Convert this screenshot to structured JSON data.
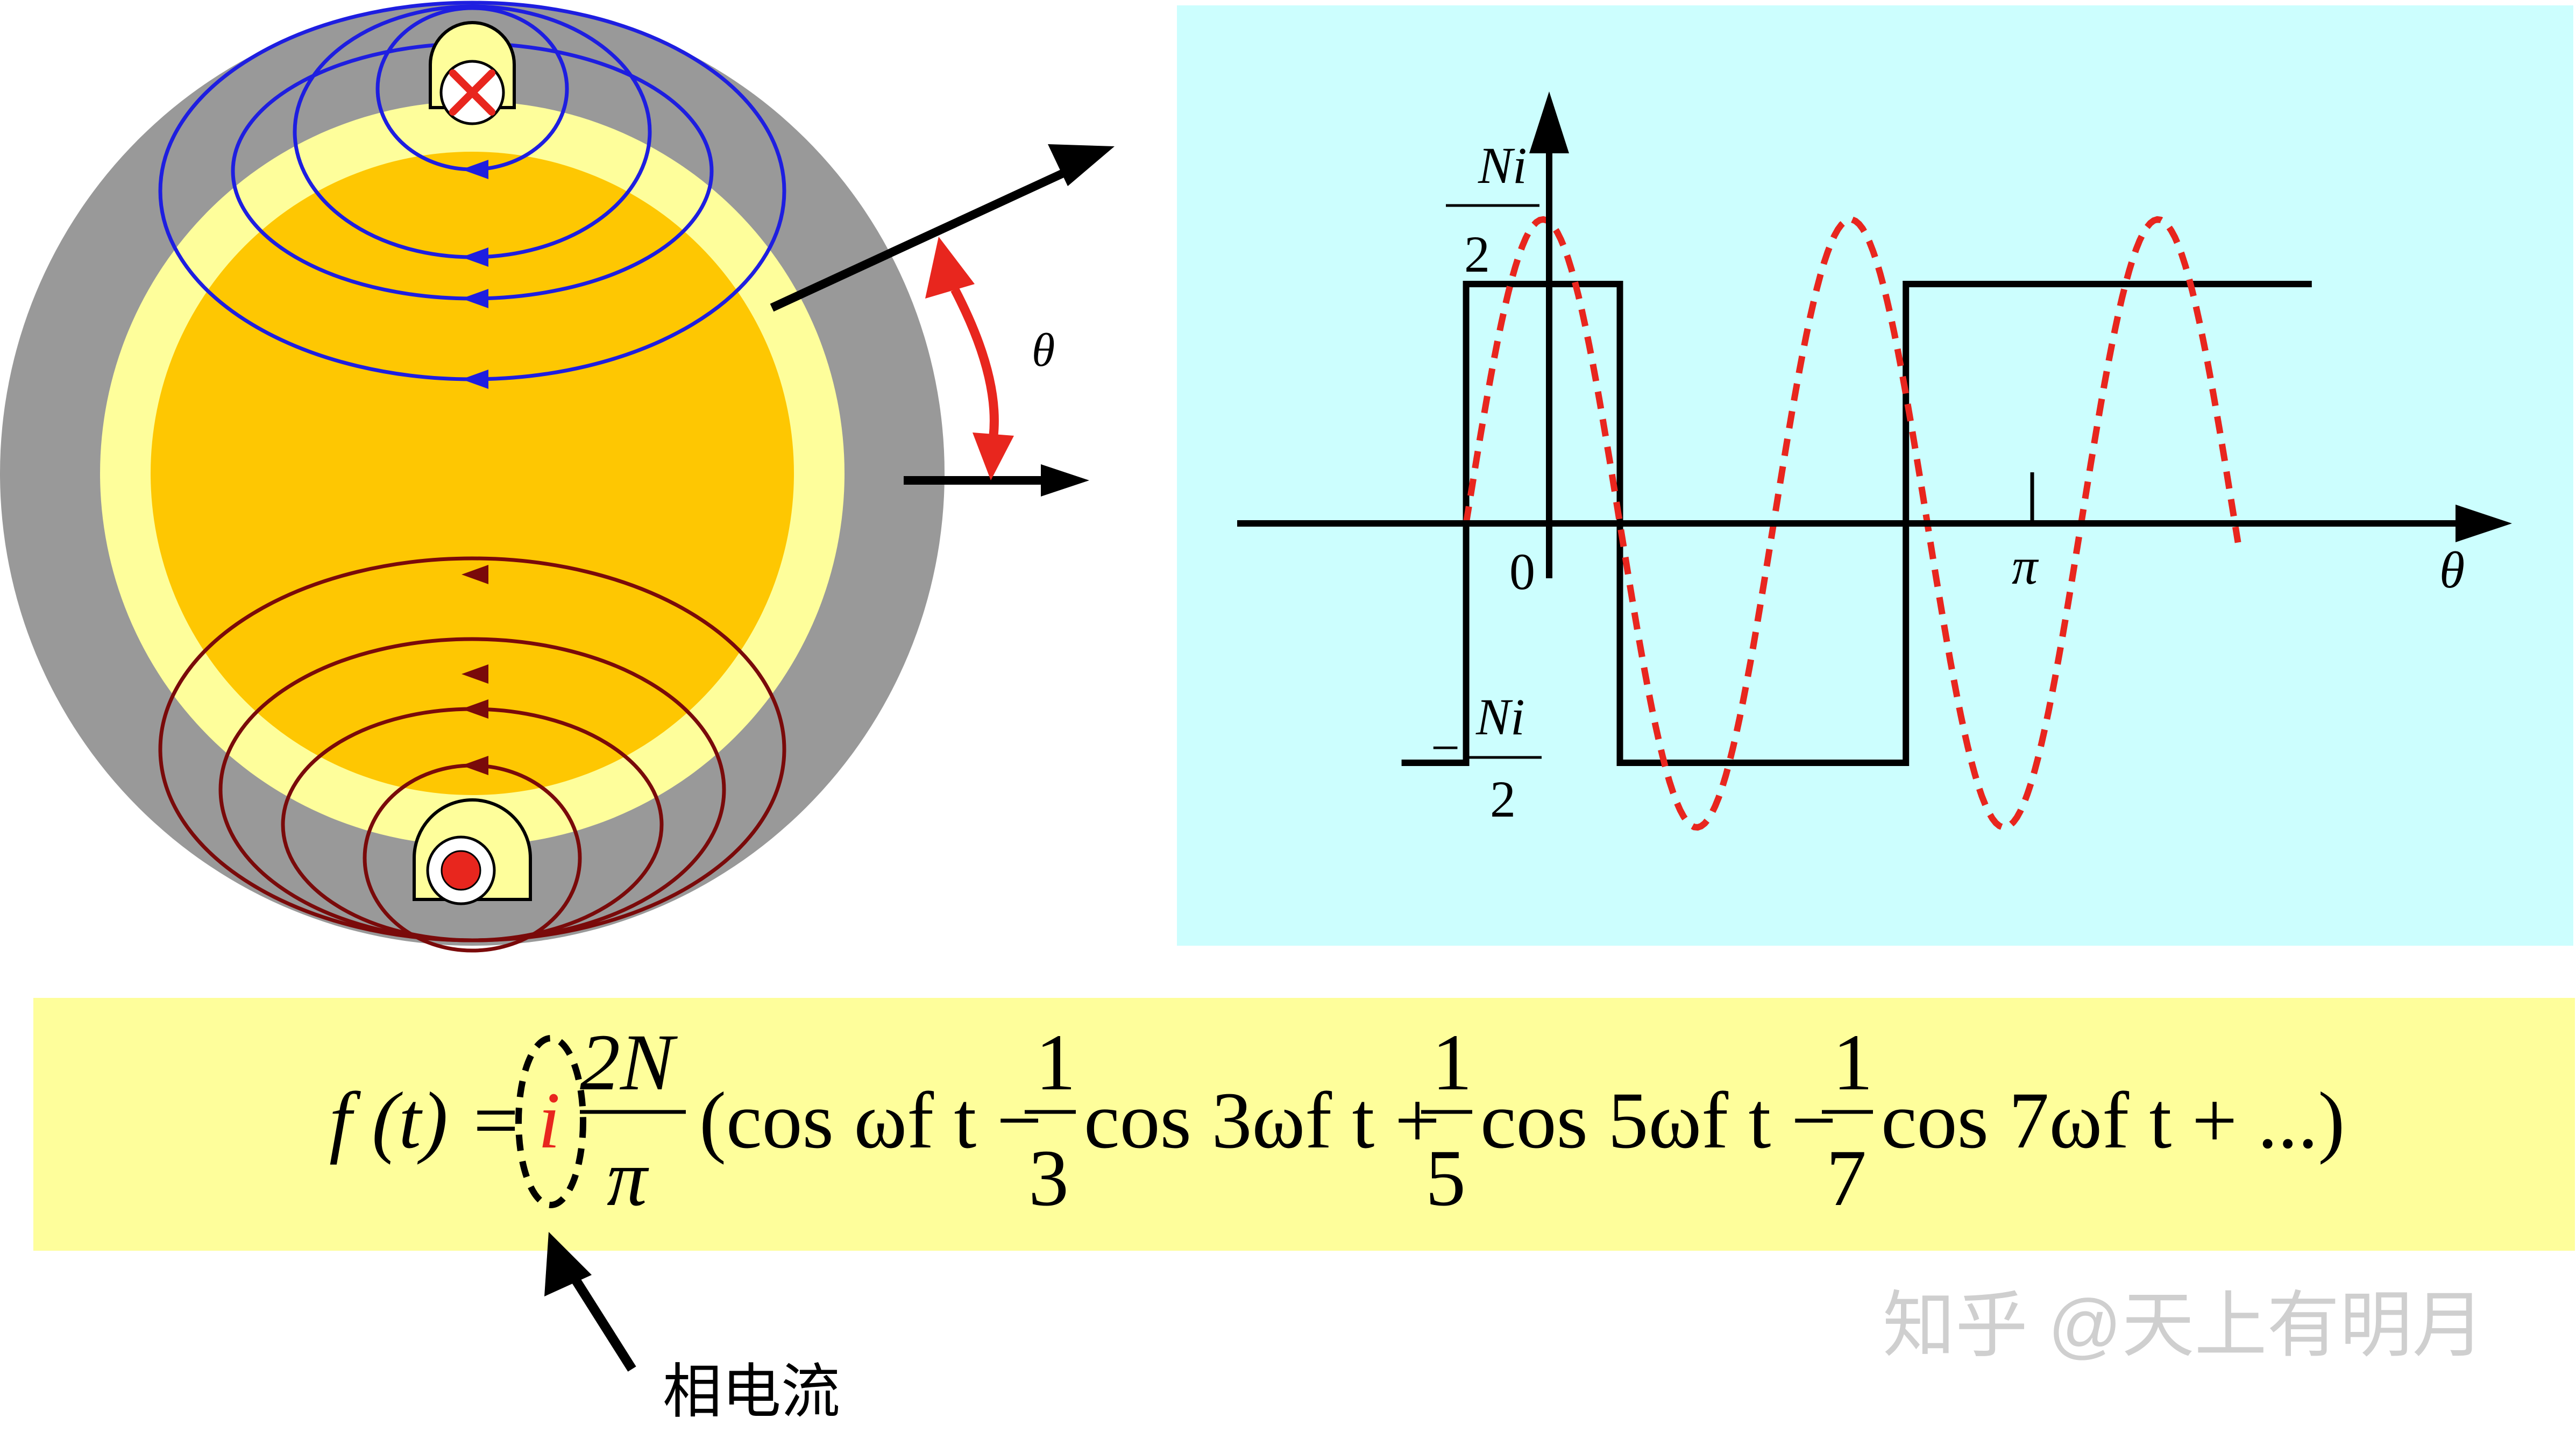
{
  "motor": {
    "theta_label": "θ"
  },
  "mmf_plot": {
    "y_top_numerator": "Ni",
    "y_top_denominator": "2",
    "y_bottom_sign": "−",
    "y_bottom_numerator": "Ni",
    "y_bottom_denominator": "2",
    "origin_label": "0",
    "pi_label": "π",
    "x_axis_label": "θ"
  },
  "chart_data": {
    "type": "line",
    "x_unit": "rad",
    "x_ticks": [
      0,
      3.14159
    ],
    "x_tick_labels": [
      "0",
      "π"
    ],
    "amplitude_label": "Ni/2",
    "series": [
      {
        "style": "solid",
        "color": "#000000",
        "x": [
          -0.96,
          -0.54,
          -0.54,
          0.46,
          0.46,
          2.32,
          2.32,
          4.48,
          4.48,
          4.96
        ],
        "y": [
          -1,
          -1,
          1,
          1,
          -1,
          -1,
          1,
          1,
          1,
          1
        ]
      },
      {
        "style": "dashed",
        "color": "#e8261e",
        "x_start": -0.54,
        "x_end": 4.48,
        "function": "fundamental cosine",
        "peak_relative": 1.27
      }
    ],
    "grid": false
  },
  "formula": {
    "lhs": "f (t) =",
    "current_symbol": "i",
    "coef_num": "2N",
    "coef_den": "π",
    "term1": "(cos ωf t −",
    "frac1_num": "1",
    "frac1_den": "3",
    "term2": "cos 3ωf t +",
    "frac2_num": "1",
    "frac2_den": "5",
    "term3": "cos 5ωf t −",
    "frac3_num": "1",
    "frac3_den": "7",
    "term4": "cos 7ωf t + ...)",
    "annotation": "相电流"
  },
  "watermark": "知乎 @天上有明月",
  "colors": {
    "plot_bg": "#ccfefe",
    "formula_bg": "#fefe9b",
    "stator": "#999999",
    "airgap": "#fefe9b",
    "rotor": "#fec702",
    "upper_flux": "#1e1ee0",
    "lower_flux": "#7a0a0a",
    "accent_red": "#e8261e"
  }
}
